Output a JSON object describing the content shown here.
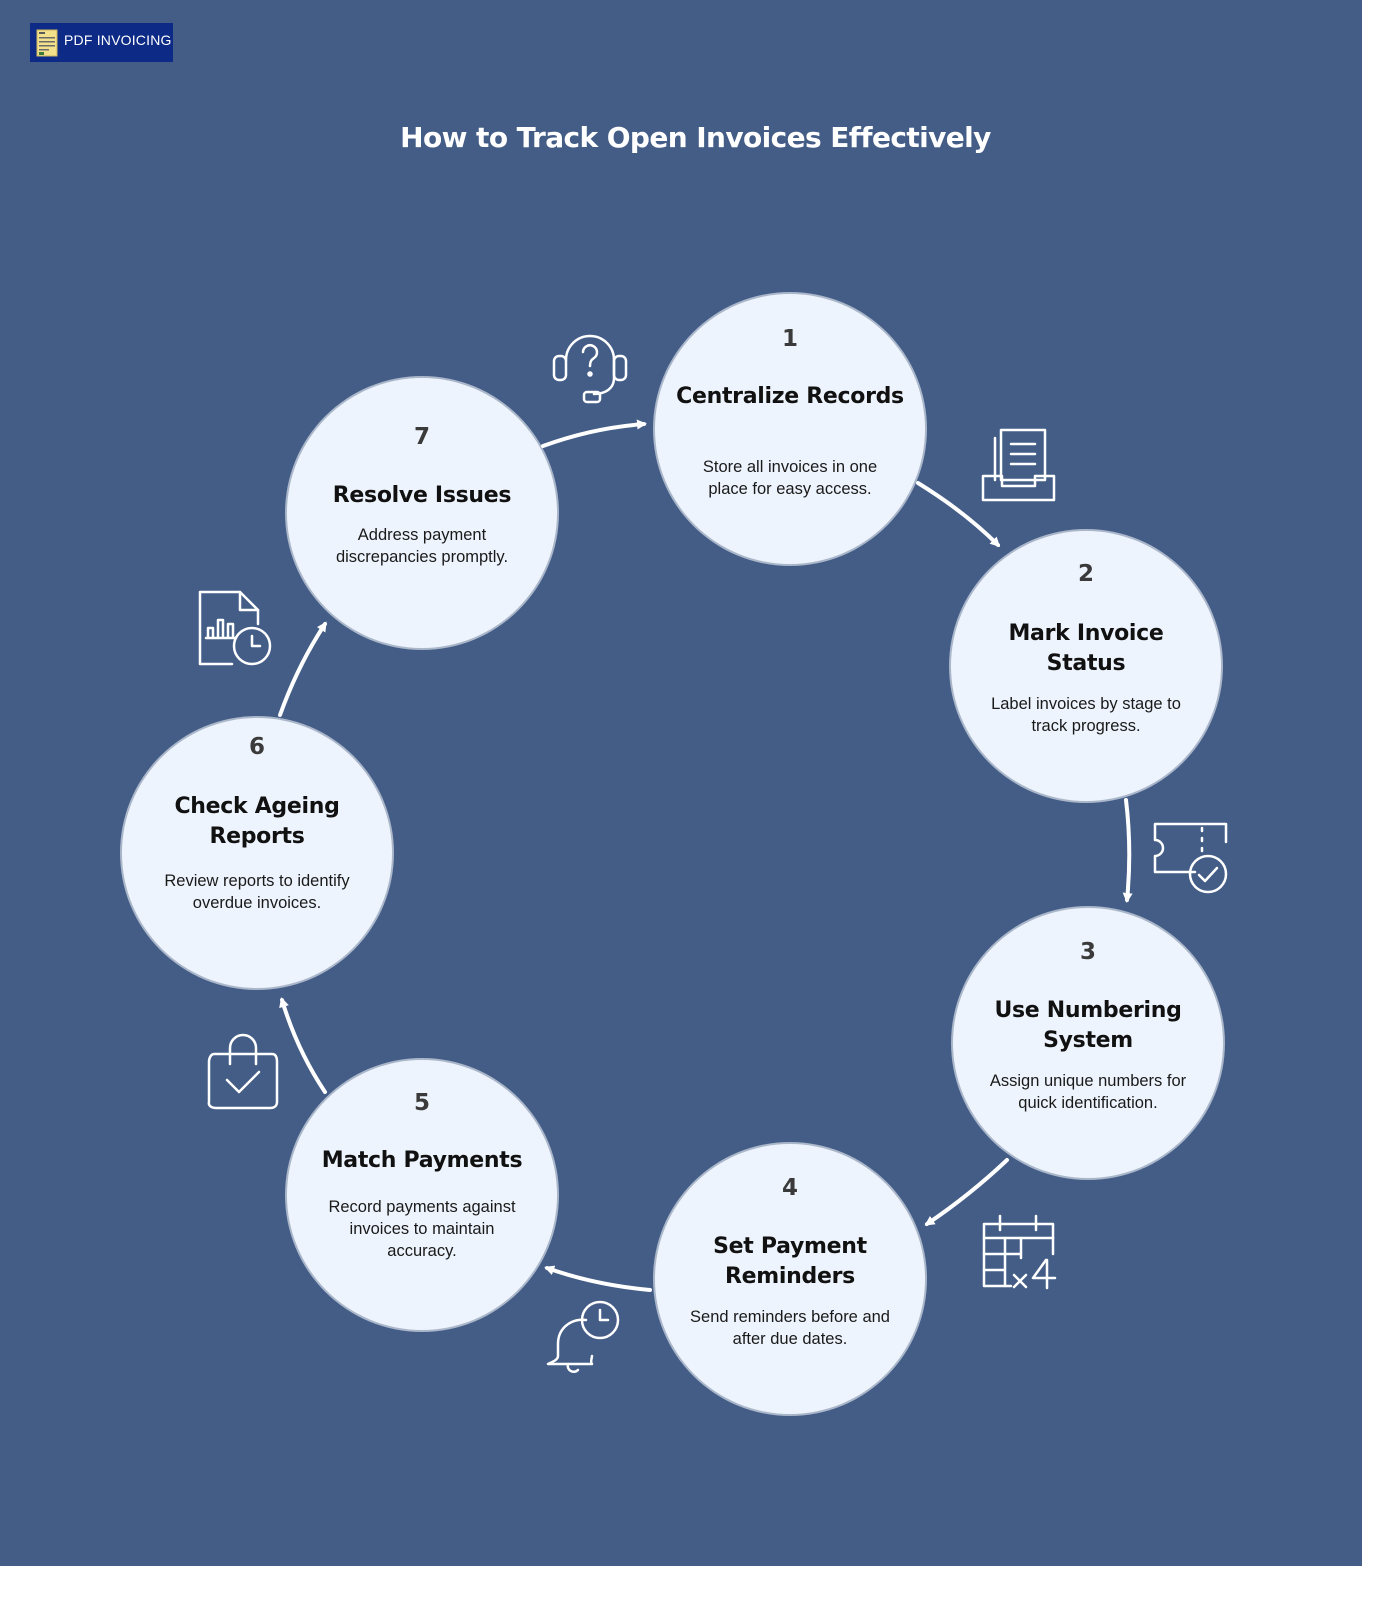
{
  "logo": {
    "text": "PDF INVOICING"
  },
  "title": "How to Track Open Invoices Effectively",
  "steps": [
    {
      "number": "1",
      "heading": "Centralize Records",
      "description": "Store all invoices in one place for easy access.",
      "icon": "document-tray-icon"
    },
    {
      "number": "2",
      "heading": "Mark Invoice Status",
      "description": "Label invoices by stage to track progress.",
      "icon": "ticket-check-icon"
    },
    {
      "number": "3",
      "heading": "Use Numbering System",
      "description": "Assign unique numbers for quick identification.",
      "icon": "calendar-grid-x4-icon"
    },
    {
      "number": "4",
      "heading": "Set Payment Reminders",
      "description": "Send reminders before and after due dates.",
      "icon": "bell-clock-icon"
    },
    {
      "number": "5",
      "heading": "Match Payments",
      "description": "Record payments against invoices to maintain accuracy.",
      "icon": "shopping-bag-check-icon"
    },
    {
      "number": "6",
      "heading": "Check Ageing Reports",
      "description": "Review reports to identify overdue invoices.",
      "icon": "report-clock-icon"
    },
    {
      "number": "7",
      "heading": "Resolve Issues",
      "description": "Address payment discrepancies promptly.",
      "icon": "headset-question-icon"
    }
  ],
  "colors": {
    "background": "#435d87",
    "logo_background": "#0c2a86",
    "circle_fill": "#eef4fd",
    "text_dark": "#111111",
    "line_white": "#ffffff"
  }
}
